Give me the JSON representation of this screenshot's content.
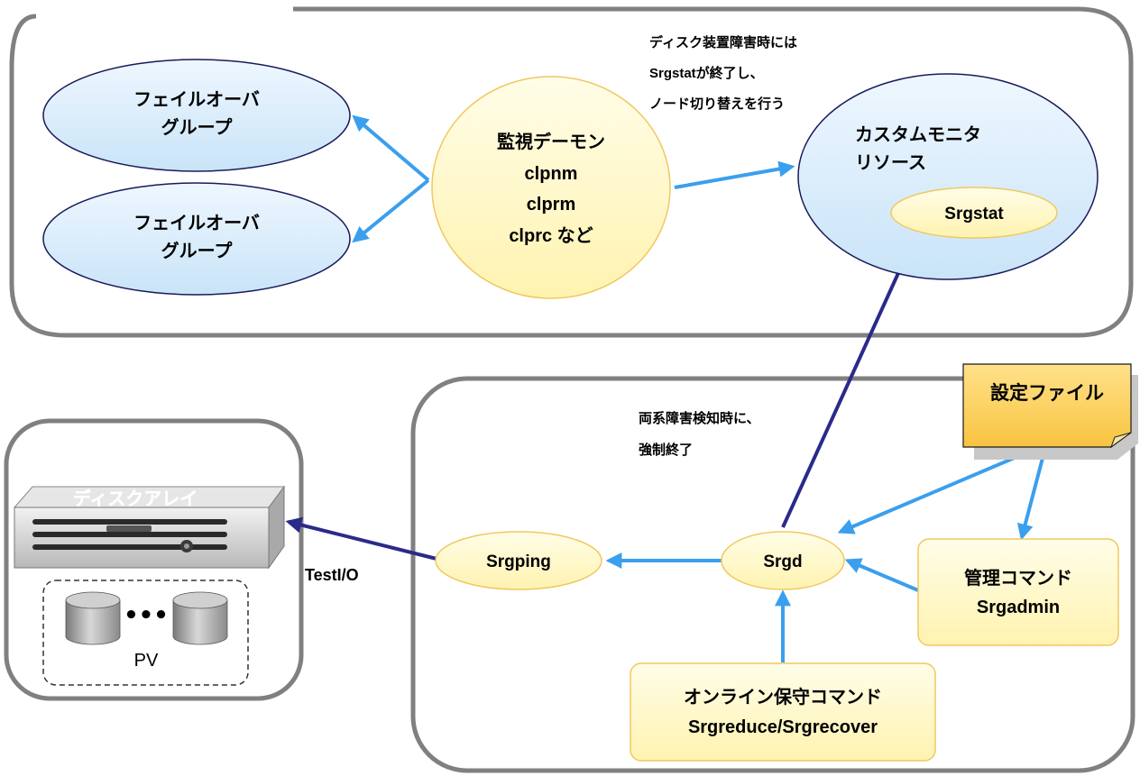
{
  "nodes": {
    "failover_group_1": {
      "line1": "フェイルオーバ",
      "line2": "グループ"
    },
    "failover_group_2": {
      "line1": "フェイルオーバ",
      "line2": "グループ"
    },
    "monitor_daemon": {
      "line1": "監視デーモン",
      "line2": "clpnm",
      "line3": "clprm",
      "line4": "clprc など"
    },
    "custom_monitor": {
      "line1": "カスタムモニタ",
      "line2": "リソース"
    },
    "srgstat": {
      "label": "Srgstat"
    },
    "config_file": {
      "label": "設定ファイル"
    },
    "disk_array": {
      "label": "ディスクアレイ"
    },
    "pv": {
      "label": "PV",
      "dots": "•••"
    },
    "srgping": {
      "label": "Srgping"
    },
    "srgd": {
      "label": "Srgd"
    },
    "admin_command": {
      "line1": "管理コマンド",
      "line2": "Srgadmin"
    },
    "online_maintenance": {
      "line1": "オンライン保守コマンド",
      "line2": "Srgreduce/Srgrecover"
    }
  },
  "annotations": {
    "disk_failure": {
      "line1": "ディスク装置障害時には",
      "line2": "Srgstatが終了し、",
      "line3": "ノード切り替えを行う"
    },
    "both_failure": {
      "line1": "両系障害検知時に、",
      "line2": "強制終了"
    },
    "testio": "TestI/O"
  },
  "colors": {
    "container_border": "#808080",
    "ellipse_blue_fill": "#dbeefa",
    "ellipse_yellow_fill": "#fffbd0",
    "ellipse_yellow_stroke": "#f0c860",
    "box_yellow_fill": "#fff8d0",
    "note_fill": "#fcd55f",
    "arrow_light_blue": "#3a9fee",
    "arrow_dark_blue": "#2a2a8a"
  }
}
